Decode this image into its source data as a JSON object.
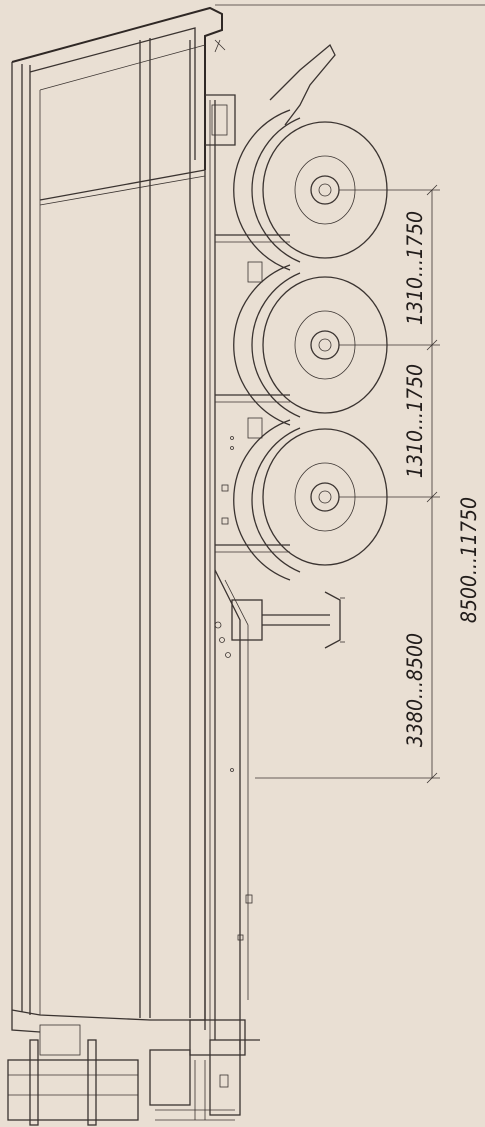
{
  "dimensions": {
    "axle_spacing_1": "1310...1750",
    "axle_spacing_2": "1310...1750",
    "kingpin_to_first_axle": "3380...8500",
    "kingpin_to_center_axle": "8500...11750"
  },
  "colors": {
    "paper": "#e9dfd3",
    "ink": "#3a3330"
  }
}
